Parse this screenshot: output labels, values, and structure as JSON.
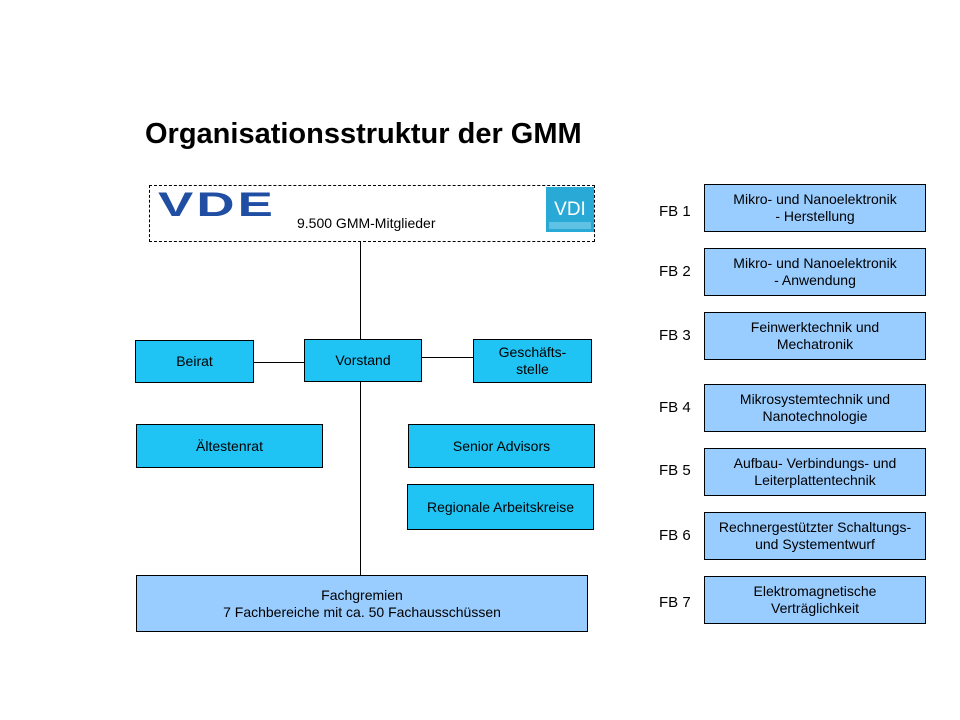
{
  "title": "Organisationsstruktur der GMM",
  "header": {
    "members": "9.500 GMM-Mitglieder",
    "vde_logo_text": "VDE",
    "vdi_logo_text": "VDI"
  },
  "org": {
    "beirat": "Beirat",
    "vorstand": "Vorstand",
    "geschaeftsstelle": [
      "Geschäfts-",
      "stelle"
    ],
    "aeltestenrat": "Ältestenrat",
    "senior_advisors": "Senior Advisors",
    "regionale": "Regionale Arbeitskreise",
    "fachgremien": [
      "Fachgremien",
      "7 Fachbereiche mit ca. 50 Fachausschüssen"
    ]
  },
  "fachbereiche": [
    {
      "label": "FB 1",
      "lines": [
        "Mikro- und Nanoelektronik",
        "- Herstellung"
      ]
    },
    {
      "label": "FB 2",
      "lines": [
        "Mikro- und Nanoelektronik",
        "- Anwendung"
      ]
    },
    {
      "label": "FB 3",
      "lines": [
        "Feinwerktechnik und",
        "Mechatronik"
      ]
    },
    {
      "label": "FB 4",
      "lines": [
        "Mikrosystemtechnik und",
        "Nanotechnologie"
      ]
    },
    {
      "label": "FB 5",
      "lines": [
        "Aufbau- Verbindungs- und",
        "Leiterplattentechnik"
      ]
    },
    {
      "label": "FB 6",
      "lines": [
        "Rechnergestützter Schaltungs-",
        "und Systementwurf"
      ]
    },
    {
      "label": "FB 7",
      "lines": [
        "Elektromagnetische",
        "Verträglichkeit"
      ]
    }
  ],
  "colors": {
    "node_fill": "#1fc4f5",
    "fachgremien_fill": "#99ccff",
    "fb_fill": "#99ccff",
    "vde_blue": "#1f4ea3",
    "vdi_blue": "#29a9d6"
  }
}
